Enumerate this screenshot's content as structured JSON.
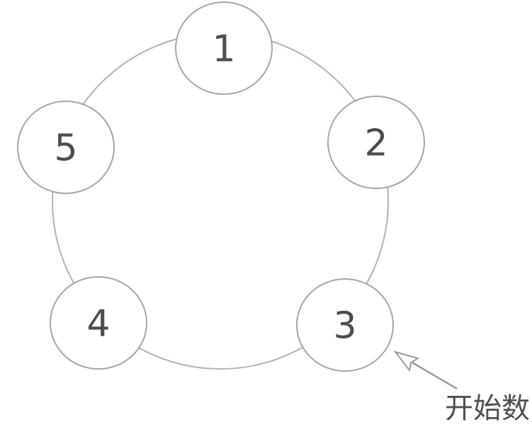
{
  "figure": {
    "type": "ring-diagram",
    "nodes": [
      {
        "id": 1,
        "label": "1"
      },
      {
        "id": 2,
        "label": "2"
      },
      {
        "id": 3,
        "label": "3"
      },
      {
        "id": 4,
        "label": "4"
      },
      {
        "id": 5,
        "label": "5"
      }
    ],
    "annotation": {
      "label": "开始数",
      "target_node": "3"
    },
    "colors": {
      "background": "#ffffff",
      "ring_stroke": "#b3b3b3",
      "node_stroke": "#a6a6a6",
      "node_fill": "#ffffff",
      "node_text": "#4d4d4d",
      "arrow_stroke": "#9c9c9c",
      "annotation_text": "#4f4f4f"
    }
  }
}
